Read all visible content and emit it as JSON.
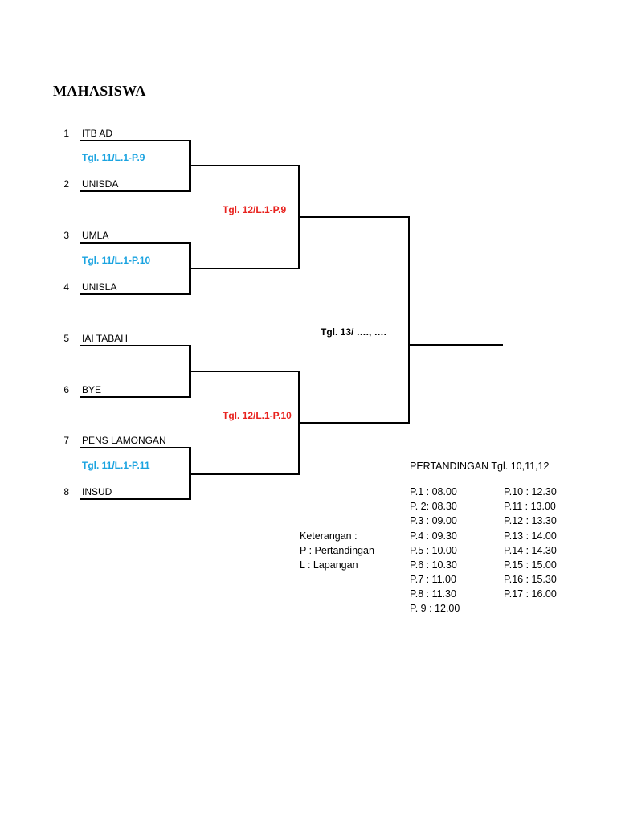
{
  "title": "MAHASISWA",
  "teams": [
    {
      "seed": "1",
      "name": "ITB AD"
    },
    {
      "seed": "2",
      "name": "UNISDA"
    },
    {
      "seed": "3",
      "name": "UMLA"
    },
    {
      "seed": "4",
      "name": "UNISLA"
    },
    {
      "seed": "5",
      "name": "IAI TABAH"
    },
    {
      "seed": "6",
      "name": "BYE"
    },
    {
      "seed": "7",
      "name": "PENS LAMONGAN"
    },
    {
      "seed": "8",
      "name": "INSUD"
    }
  ],
  "round1": [
    "Tgl. 11/L.1-P.9",
    "Tgl. 11/L.1-P.10",
    "Tgl. 11/L.1-P.11"
  ],
  "round2": [
    "Tgl. 12/L.1-P.9",
    "Tgl. 12/L.1-P.10"
  ],
  "final": "Tgl. 13/ …., ….",
  "colors": {
    "round1": "#1aa3e0",
    "round2": "#e8231f",
    "final": "#000000"
  },
  "keterangan": {
    "heading": "Keterangan :",
    "p": "P : Pertandingan",
    "l": "L : Lapangan"
  },
  "schedule": {
    "heading": "PERTANDINGAN Tgl. 10,11,12",
    "col1": [
      "P.1 : 08.00",
      "P. 2: 08.30",
      "P.3 : 09.00",
      "P.4 : 09.30",
      "P.5 : 10.00",
      "P.6 : 10.30",
      "P.7 : 11.00",
      "P.8 : 11.30",
      "P. 9 : 12.00"
    ],
    "col2": [
      "P.10 : 12.30",
      "P.11 : 13.00",
      "P.12 : 13.30",
      "P.13 : 14.00",
      "P.14 : 14.30",
      "P.15 : 15.00",
      "P.16 : 15.30",
      "P.17 : 16.00"
    ]
  }
}
